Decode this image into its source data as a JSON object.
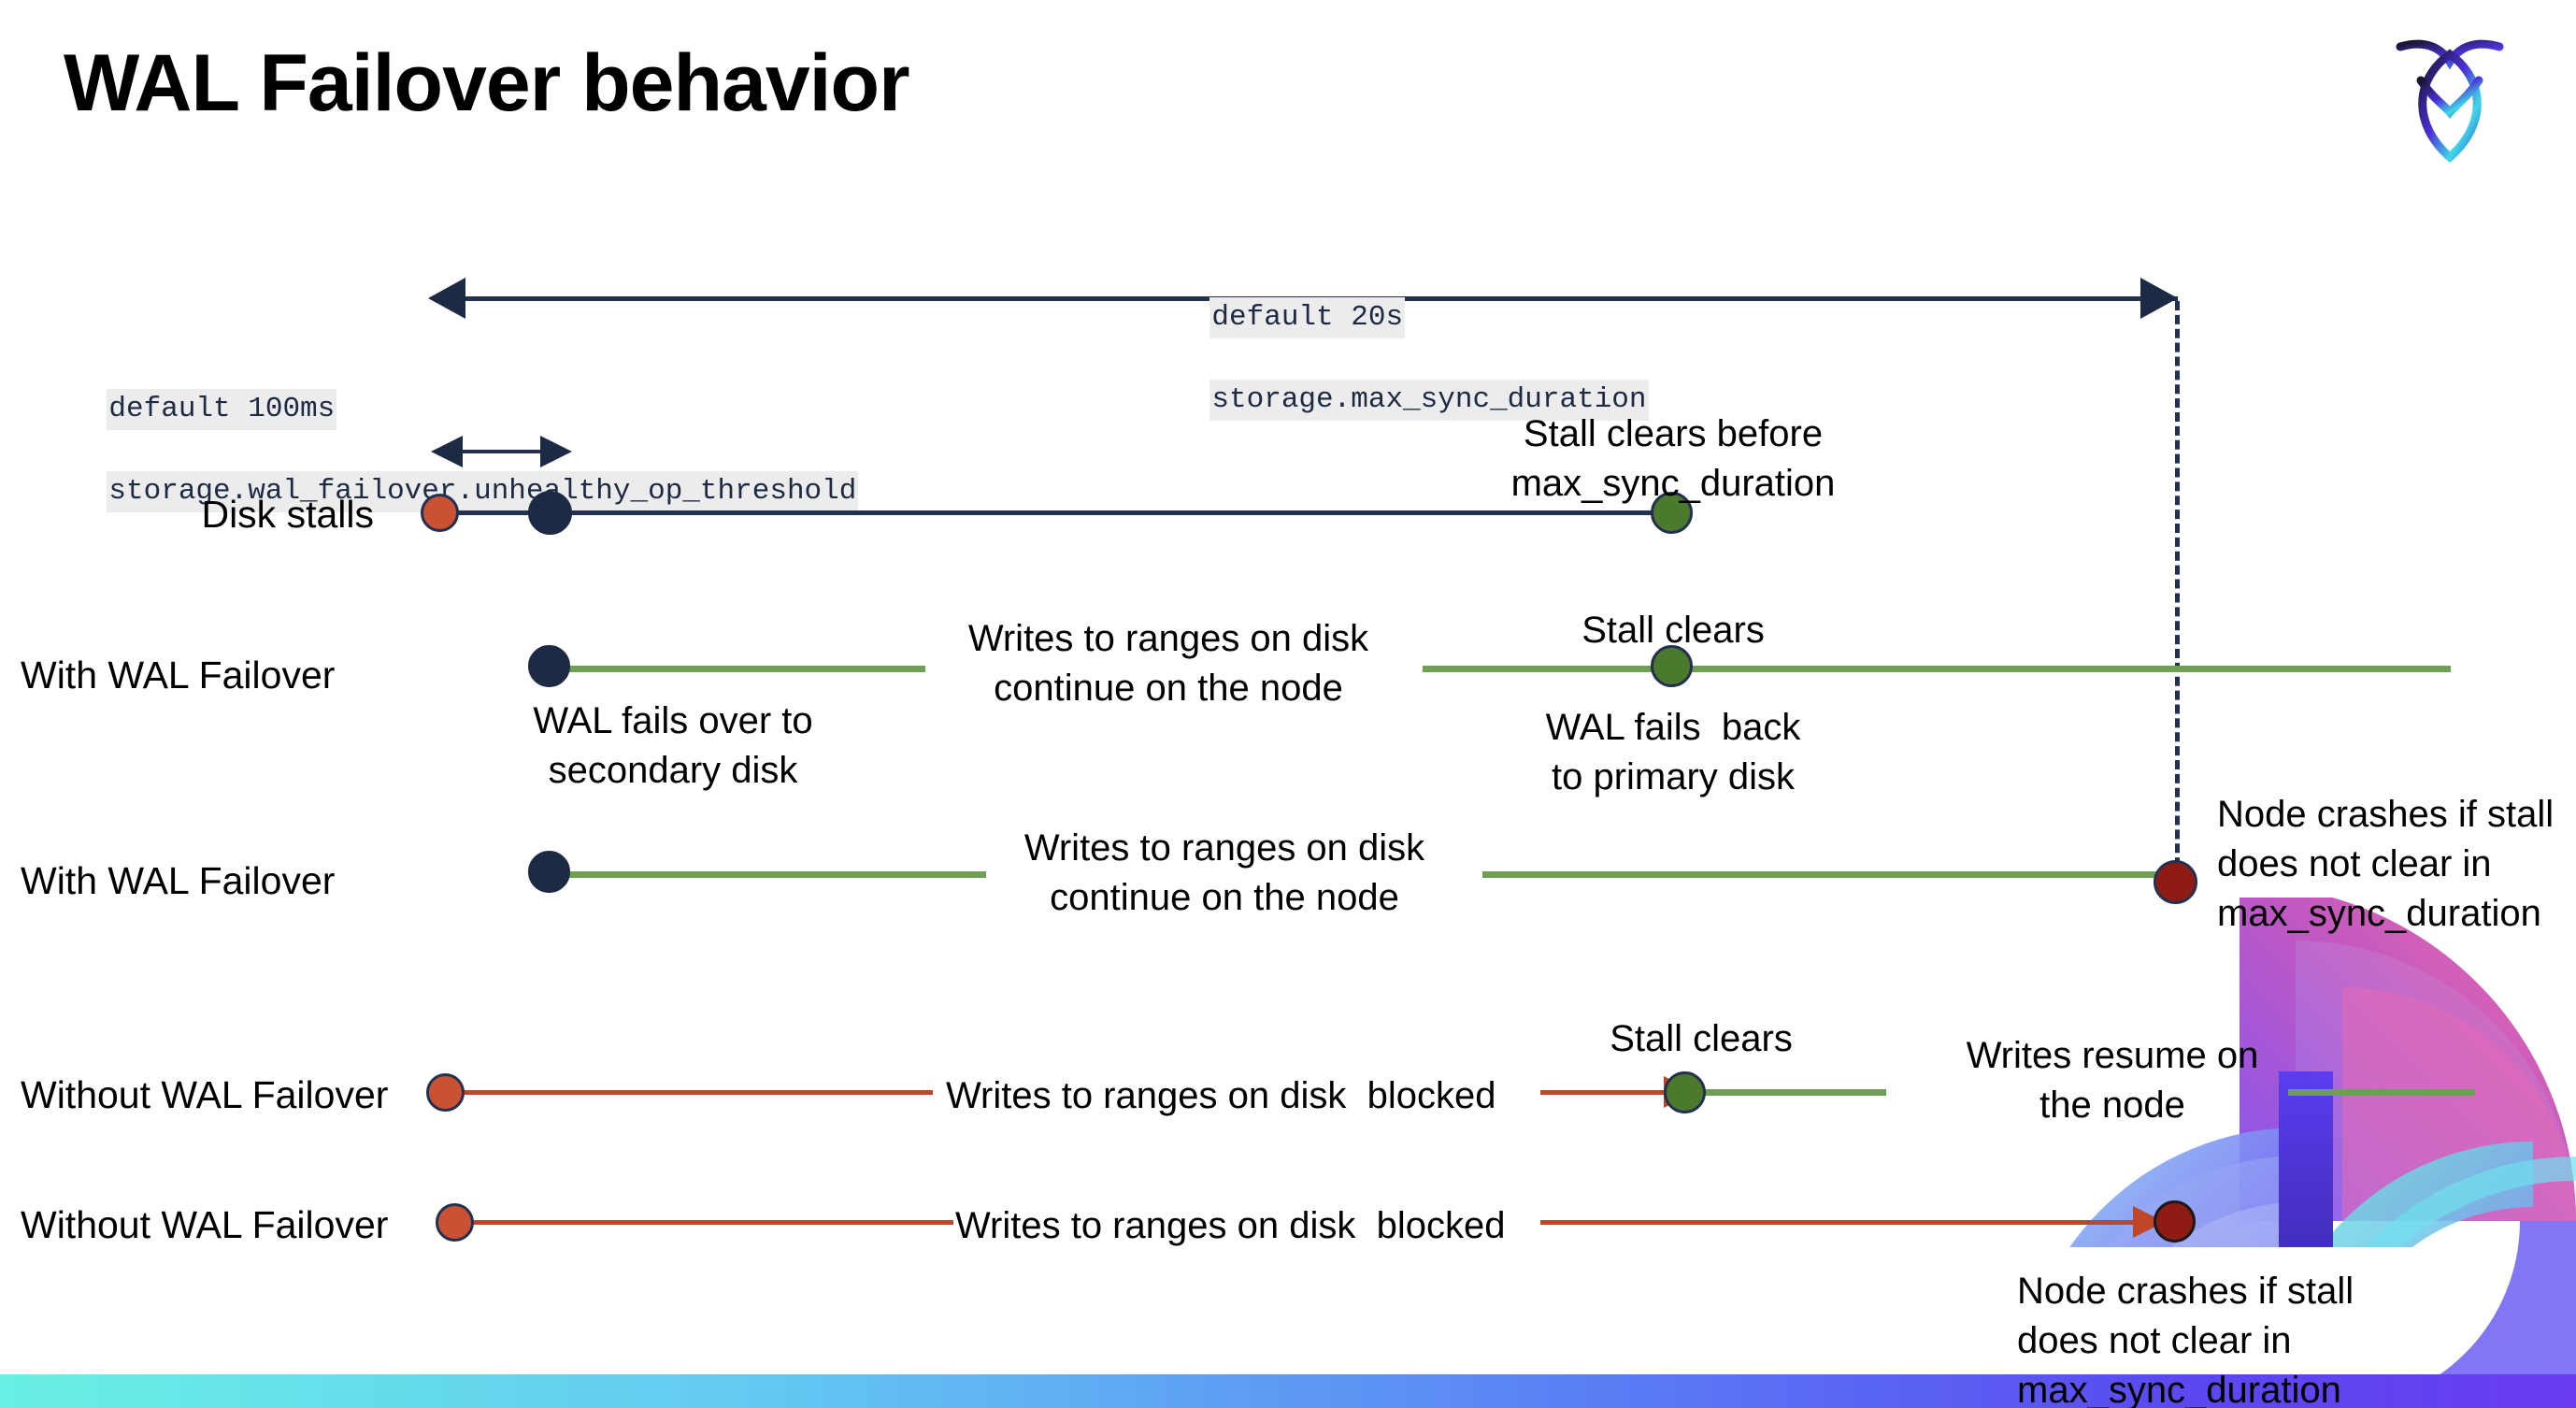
{
  "slide": {
    "title": "WAL Failover behavior",
    "brand_logo_name": "cockroach-labs-logo",
    "accent_colors": {
      "navy": "#1d2a44",
      "green": "#6f9e55",
      "red": "#c0462a",
      "dot_green": "#4c7a2d",
      "dot_red": "#c85233",
      "dot_dark_red": "#8f1c14",
      "code_chip_bg": "#ececec"
    }
  },
  "settings": {
    "max_sync": {
      "default": "default 20s",
      "name": "storage.max_sync_duration"
    },
    "unhealthy_op": {
      "default": "default 100ms",
      "name": "storage.wal_failover.unhealthy_op_threshold"
    }
  },
  "rows": [
    {
      "label": "Disk stalls",
      "notes": [
        "Stall clears before",
        "max_sync_duration"
      ]
    },
    {
      "label": "With WAL Failover",
      "note_left": [
        "WAL fails over to",
        "secondary disk"
      ],
      "note_mid": [
        "Writes to ranges on disk",
        "continue on the node"
      ],
      "note_event": "Stall clears",
      "note_right": [
        "WAL fails  back",
        "to primary disk"
      ]
    },
    {
      "label": "With WAL Failover",
      "note_mid": [
        "Writes to ranges on disk",
        "continue on the node"
      ],
      "note_right": [
        "Node crashes if stall",
        "does not clear in",
        "max_sync_duration"
      ]
    },
    {
      "label": "Without WAL Failover",
      "note_mid": "Writes to ranges on disk  blocked",
      "note_event": "Stall clears",
      "note_right": [
        "Writes resume on",
        "the node"
      ]
    },
    {
      "label": "Without WAL Failover",
      "note_mid": "Writes to ranges on disk  blocked",
      "note_right": [
        "Node crashes if stall",
        "does not clear in",
        "max_sync_duration"
      ]
    }
  ]
}
